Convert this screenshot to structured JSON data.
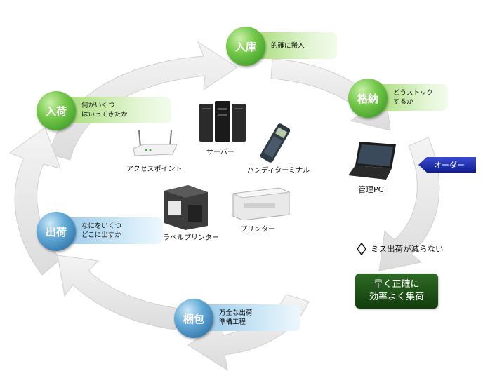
{
  "steps": {
    "nyuuko": {
      "label": "入庫",
      "note": [
        "的確に搬入"
      ],
      "color": "green"
    },
    "kakunou": {
      "label": "格納",
      "note": [
        "どうストック",
        "するか"
      ],
      "color": "green"
    },
    "nyuuka": {
      "label": "入荷",
      "note": [
        "何がいくつ",
        "はいってきたか"
      ],
      "color": "green"
    },
    "shukka": {
      "label": "出荷",
      "note": [
        "なにをいくつ",
        "どこに出すか"
      ],
      "color": "blue"
    },
    "konpou": {
      "label": "梱包",
      "note": [
        "万全な出荷",
        "準備工程"
      ],
      "color": "blue"
    }
  },
  "devices": {
    "server": "サーバー",
    "access_point": "アクセスポイント",
    "handy_terminal": "ハンディターミナル",
    "label_printer": "ラベルプリンター",
    "printer": "プリンター",
    "pc": "管理PC"
  },
  "order_tag": "オーダー",
  "miss_text": "ミス出荷が減らない",
  "result": [
    "早く正確に",
    "効率よく集荷"
  ],
  "colors": {
    "green_step": "#4fae2e",
    "blue_step": "#3a86bf",
    "cycle_arrow": "#e6e6e6",
    "order": "#1a2a9e",
    "result": "#1e4d17"
  }
}
